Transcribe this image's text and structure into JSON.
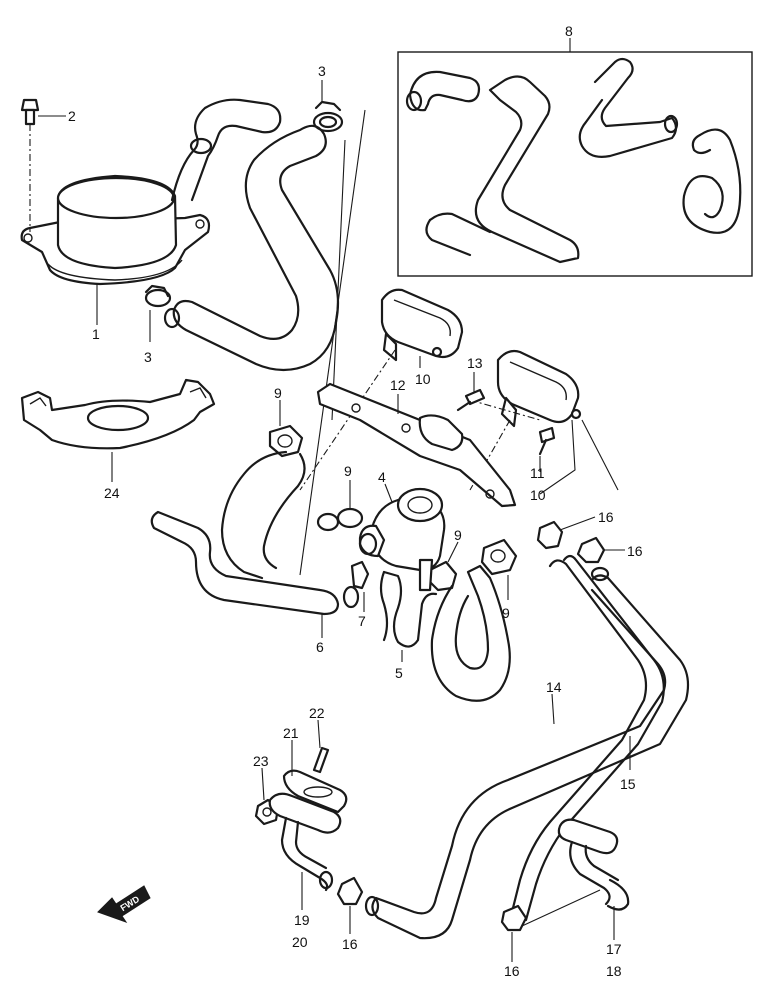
{
  "callouts": {
    "c1": "1",
    "c2": "2",
    "c3a": "3",
    "c3b": "3",
    "c4": "4",
    "c5": "5",
    "c6": "6",
    "c7": "7",
    "c8": "8",
    "c9a": "9",
    "c9b": "9",
    "c9c": "9",
    "c9d": "9",
    "c10a": "10",
    "c10b": "10",
    "c11": "11",
    "c12": "12",
    "c13": "13",
    "c14": "14",
    "c15": "15",
    "c16a": "16",
    "c16b": "16",
    "c16c": "16",
    "c16d": "16",
    "c17": "17",
    "c18": "18",
    "c19": "19",
    "c20": "20",
    "c21": "21",
    "c22": "22",
    "c23": "23",
    "c24": "24"
  },
  "fwd_label": "FWD",
  "colors": {
    "line": "#1a1a1a",
    "background": "#ffffff"
  }
}
